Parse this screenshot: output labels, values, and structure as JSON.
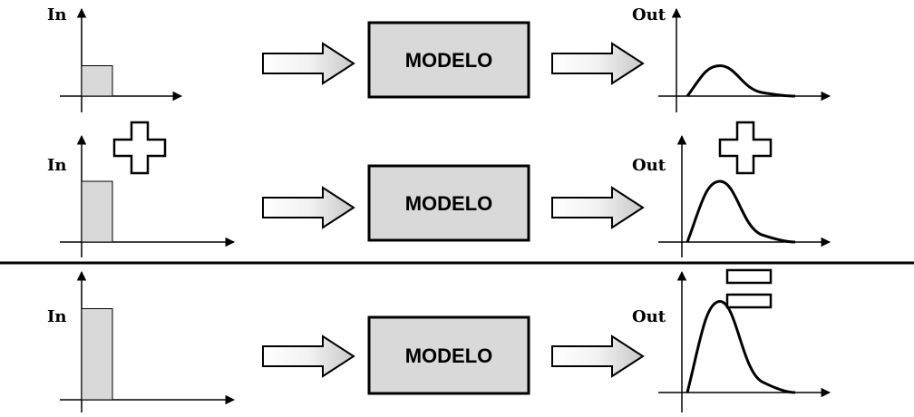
{
  "diagram": {
    "rows": [
      {
        "input_label": "In",
        "model_label": "MODELO",
        "output_label": "Out",
        "input_pulse_level": 0.25,
        "output_peak_level": 0.25
      },
      {
        "input_label": "In",
        "model_label": "MODELO",
        "output_label": "Out",
        "input_pulse_level": 0.5,
        "output_peak_level": 0.5
      },
      {
        "input_label": "In",
        "model_label": "MODELO",
        "output_label": "Out",
        "input_pulse_level": 0.75,
        "output_peak_level": 0.75
      }
    ],
    "operators": [
      {
        "symbol": "plus"
      },
      {
        "symbol": "plus"
      },
      {
        "symbol": "equals"
      }
    ],
    "colors": {
      "box_fill": "#d9d9d9",
      "pulse_fill": "#d9d9d9",
      "line": "#000000"
    }
  }
}
